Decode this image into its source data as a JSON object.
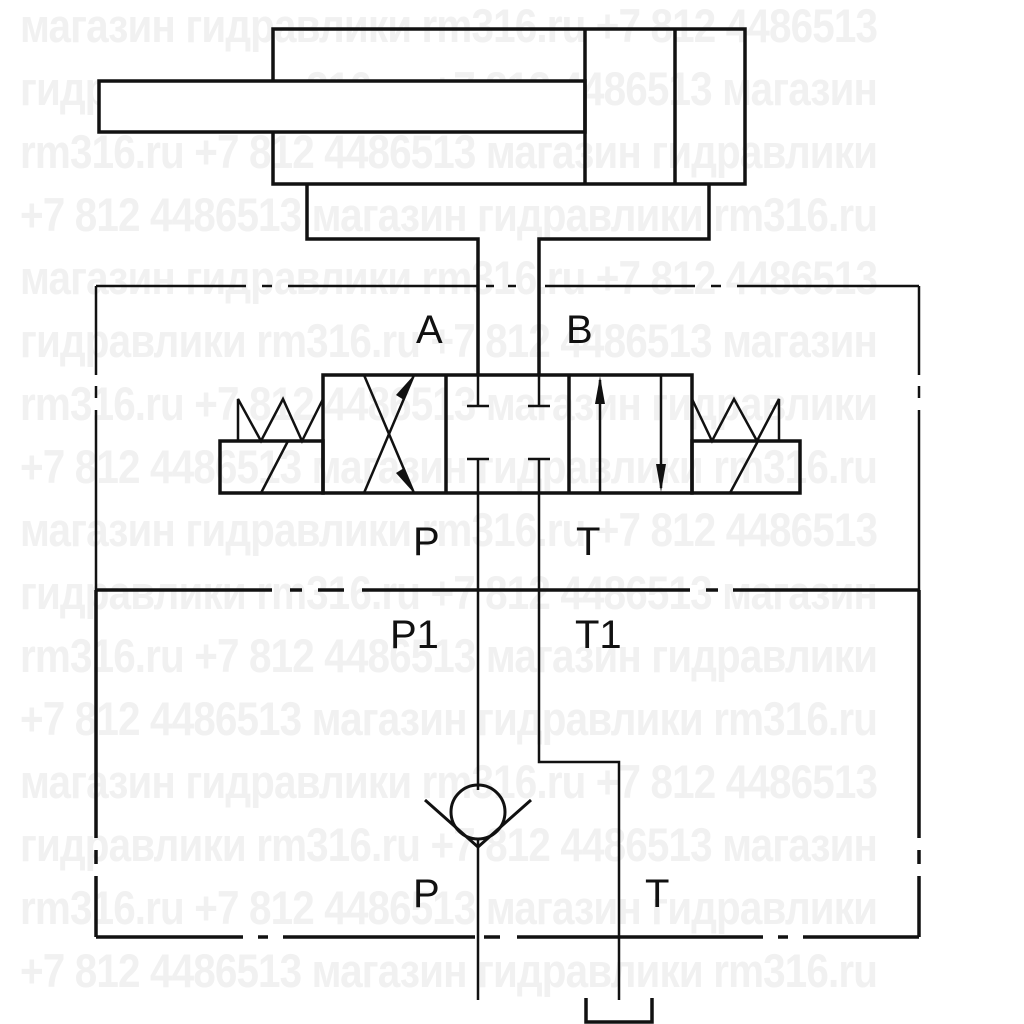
{
  "diagram": {
    "title": "Hydraulic directional valve with sandwich check valve and cylinder",
    "stroke_color": "#111111",
    "watermark_color": "#f1f1f1",
    "components": [
      {
        "id": "cylinder",
        "type": "double-acting cylinder with single rod"
      },
      {
        "id": "directional-valve",
        "type": "4/3 solenoid operated, spring centered, closed center"
      },
      {
        "id": "solenoid-left",
        "type": "solenoid actuator"
      },
      {
        "id": "solenoid-right",
        "type": "solenoid actuator"
      },
      {
        "id": "check-valve",
        "type": "check valve on P line"
      },
      {
        "id": "upper-block",
        "type": "dash-dot enclosure"
      },
      {
        "id": "lower-block",
        "type": "dash-dot enclosure"
      },
      {
        "id": "tank",
        "type": "tank symbol"
      }
    ],
    "labels": {
      "a": "A",
      "b": "B",
      "p_valve": "P",
      "t_valve": "T",
      "p1": "P1",
      "t1": "T1",
      "p_bottom": "P",
      "t_bottom": "T"
    }
  },
  "watermark": {
    "lines": [
      "магазин гидравлики rm316.ru +7 812 4486513",
      "гидравлики rm316.ru +7 812 4486513 магазин",
      "rm316.ru +7 812 4486513 магазин гидравлики",
      "+7 812 4486513 магазин гидравлики rm316.ru",
      "магазин гидравлики rm316.ru +7 812 4486513",
      "гидравлики rm316.ru +7 812 4486513 магазин",
      "rm316.ru +7 812 4486513 магазин гидравлики",
      "+7 812 4486513 магазин гидравлики rm316.ru",
      "магазин гидравлики rm316.ru +7 812 4486513",
      "гидравлики rm316.ru +7 812 4486513 магазин",
      "rm316.ru +7 812 4486513 магазин гидравлики",
      "+7 812 4486513 магазин гидравлики rm316.ru",
      "магазин гидравлики rm316.ru +7 812 4486513",
      "гидравлики rm316.ru +7 812 4486513 магазин",
      "rm316.ru +7 812 4486513 магазин гидравлики",
      "+7 812 4486513 магазин гидравлики rm316.ru"
    ]
  }
}
